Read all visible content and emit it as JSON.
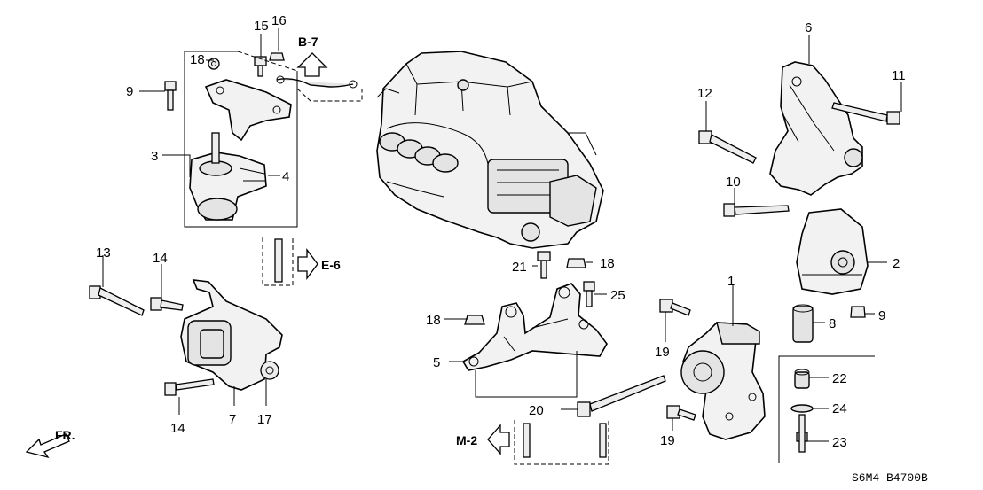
{
  "callouts": {
    "c1": "1",
    "c2": "2",
    "c3": "3",
    "c4": "4",
    "c5": "5",
    "c6": "6",
    "c7": "7",
    "c8": "8",
    "c9a": "9",
    "c9b": "9",
    "c10": "10",
    "c11": "11",
    "c12": "12",
    "c13": "13",
    "c14a": "14",
    "c14b": "14",
    "c15": "15",
    "c16": "16",
    "c17": "17",
    "c18a": "18",
    "c18b": "18",
    "c18c": "18",
    "c19a": "19",
    "c19b": "19",
    "c20": "20",
    "c21": "21",
    "c22": "22",
    "c23": "23",
    "c24": "24",
    "c25": "25"
  },
  "references": {
    "b7": "B-7",
    "e6": "E-6",
    "m2": "M-2"
  },
  "direction": "FR.",
  "diagram_code": "S6M4—B4700B"
}
